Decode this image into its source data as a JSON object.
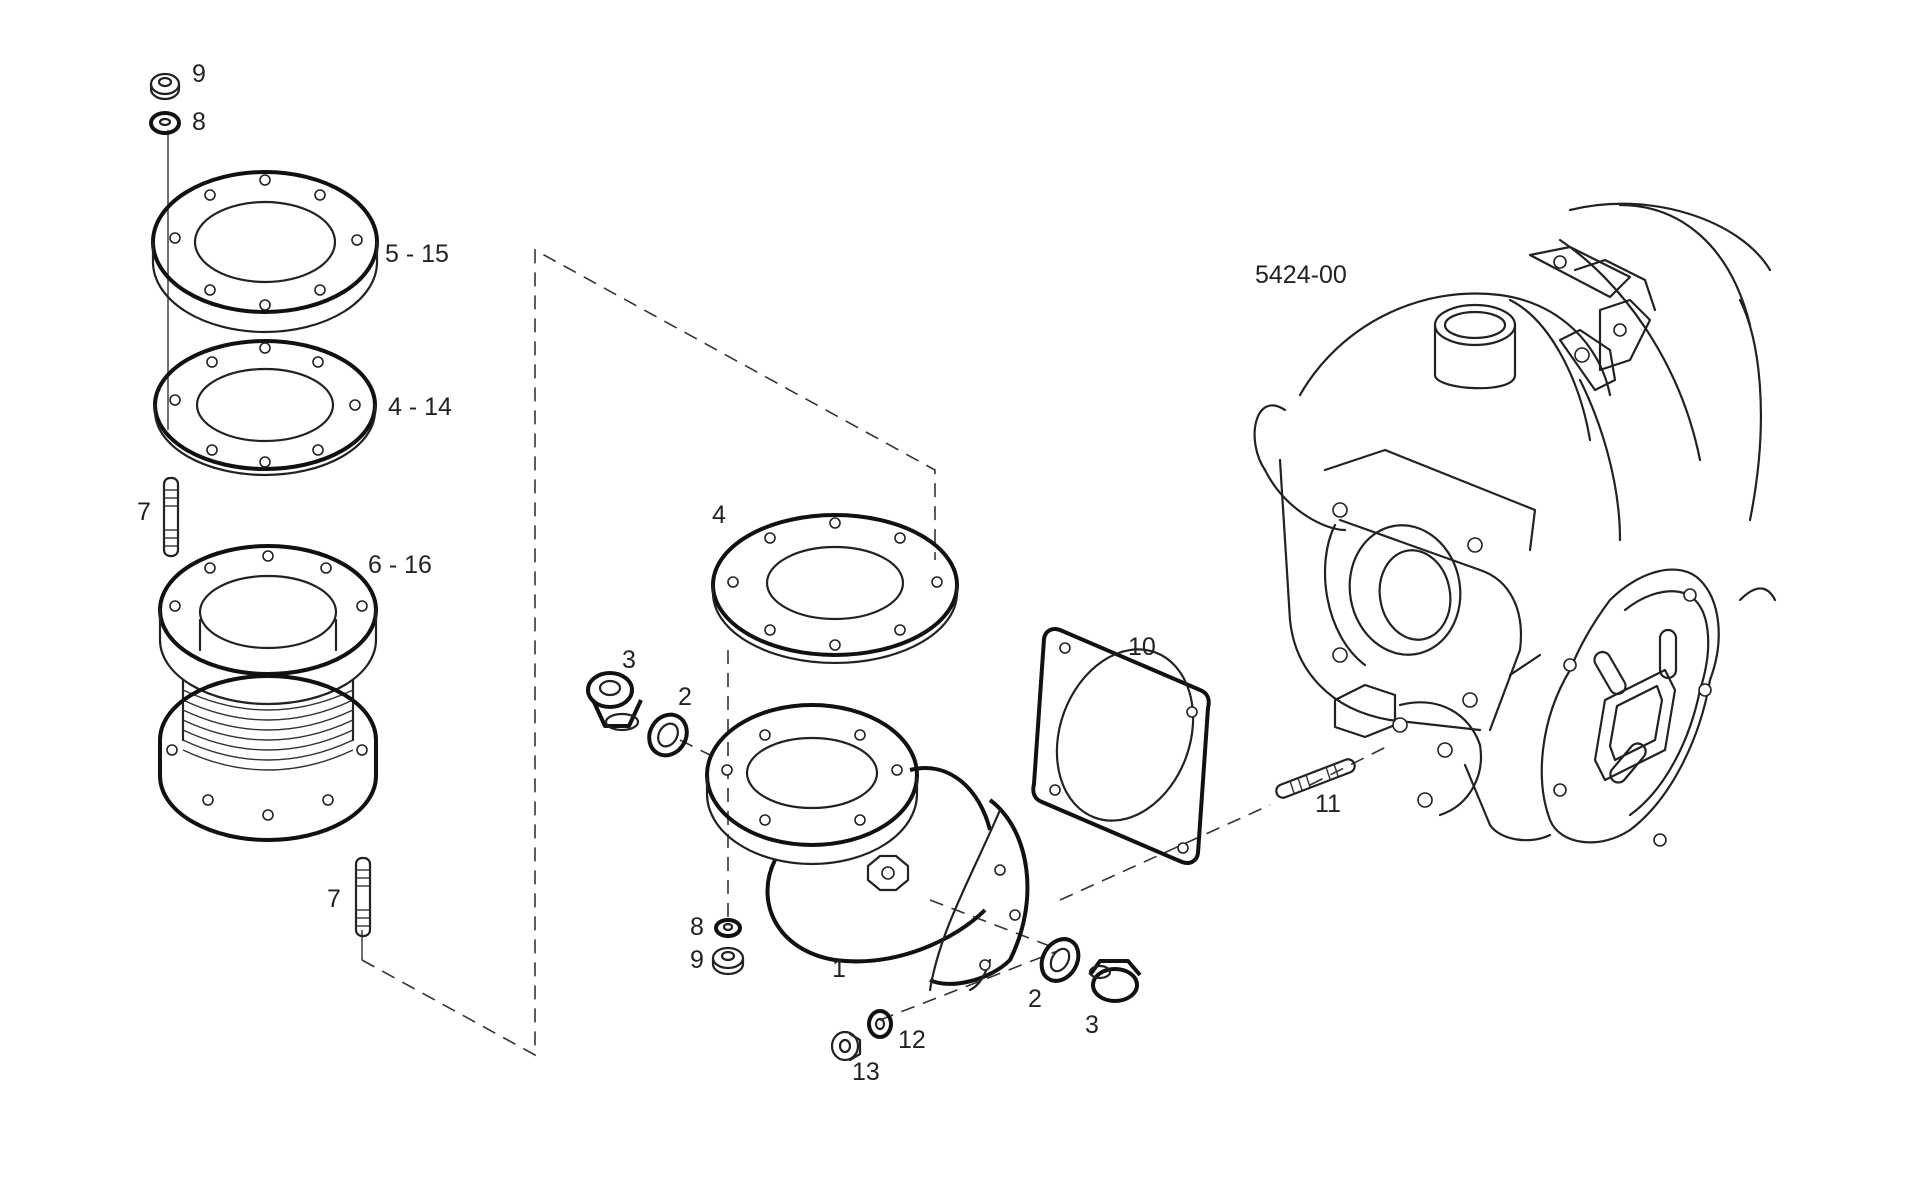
{
  "drawing": {
    "reference_code": "5424-00"
  },
  "callouts": {
    "nut_9_top": "9",
    "washer_8_top": "8",
    "flange_5_15": "5 - 15",
    "gasket_4_14": "4 - 14",
    "stud_7_upper": "7",
    "bellows_6_16": "6 - 16",
    "stud_7_lower": "7",
    "gasket_4_center": "4",
    "plug_3_left": "3",
    "seal_2_left": "2",
    "gasket_10": "10",
    "stud_11": "11",
    "washer_8_lower": "8",
    "nut_9_lower": "9",
    "elbow_1": "1",
    "seal_2_right": "2",
    "plug_3_right": "3",
    "washer_12": "12",
    "nut_13": "13"
  },
  "colors": {
    "line": "#222222",
    "background": "#ffffff"
  }
}
